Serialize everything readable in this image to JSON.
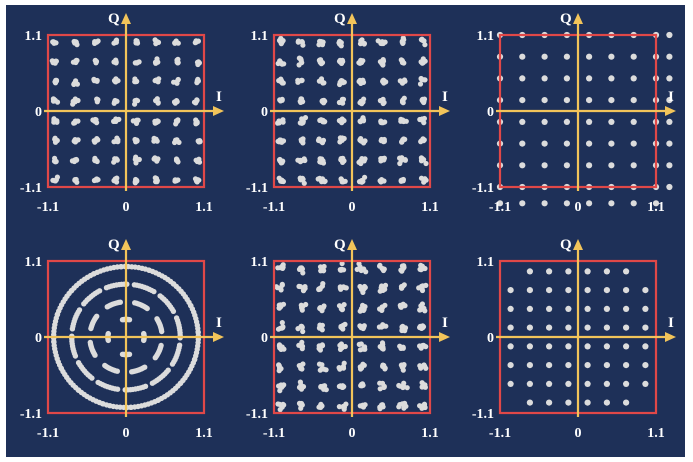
{
  "background_color": "#1e3058",
  "axis_color": "#f2c45a",
  "box_color": "#e04848",
  "point_color": "#dcdcdc",
  "chart_data": [
    {
      "type": "scatter",
      "pattern": "clustered-grid",
      "xlabel": "I",
      "ylabel": "Q",
      "xlim": [
        -1.1,
        1.1
      ],
      "ylim": [
        -1.1,
        1.1
      ],
      "x_ticks": [
        "-1.1",
        "0",
        "1.1"
      ],
      "y_ticks": [
        "-1.1",
        "0",
        "1.1"
      ],
      "grid_levels": 8,
      "grid_extent": 1.0,
      "points_per_cluster": 5,
      "cluster_spread": 0.035
    },
    {
      "type": "scatter",
      "pattern": "clustered-grid",
      "xlabel": "I",
      "ylabel": "Q",
      "xlim": [
        -1.1,
        1.1
      ],
      "ylim": [
        -1.1,
        1.1
      ],
      "x_ticks": [
        "-1.1",
        "0",
        "1.1"
      ],
      "y_ticks": [
        "-1.1",
        "0",
        "1.1"
      ],
      "grid_levels": 8,
      "grid_extent": 1.0,
      "points_per_cluster": 6,
      "cluster_spread": 0.04
    },
    {
      "type": "scatter",
      "pattern": "ideal-grid",
      "xlabel": "I",
      "ylabel": "Q",
      "xlim": [
        -1.1,
        1.1
      ],
      "ylim": [
        -1.1,
        1.1
      ],
      "x_ticks": [
        "-1.1",
        "0",
        "1.1"
      ],
      "y_ticks": [
        "-1.1",
        "0",
        "1.1"
      ],
      "grid_levels": 8,
      "grid_extent": 1.1,
      "corner_trim": 0,
      "outside_step": 1
    },
    {
      "type": "scatter",
      "pattern": "rotating-arcs",
      "xlabel": "I",
      "ylabel": "Q",
      "xlim": [
        -1.1,
        1.1
      ],
      "ylim": [
        -1.1,
        1.1
      ],
      "x_ticks": [
        "-1.1",
        "0",
        "1.1"
      ],
      "y_ticks": [
        "-1.1",
        "0",
        "1.1"
      ],
      "ring_radii": [
        0.25,
        0.5,
        0.75,
        1.0
      ],
      "arc_span_deg": 22,
      "points_per_arc": 9
    },
    {
      "type": "scatter",
      "pattern": "clustered-grid",
      "xlabel": "I",
      "ylabel": "Q",
      "xlim": [
        -1.1,
        1.1
      ],
      "ylim": [
        -1.1,
        1.1
      ],
      "x_ticks": [
        "-1.1",
        "0",
        "1.1"
      ],
      "y_ticks": [
        "-1.1",
        "0",
        "1.1"
      ],
      "grid_levels": 8,
      "grid_extent": 1.0,
      "points_per_cluster": 6,
      "cluster_spread": 0.05
    },
    {
      "type": "scatter",
      "pattern": "ideal-grid",
      "xlabel": "I",
      "ylabel": "Q",
      "xlim": [
        -1.1,
        1.1
      ],
      "ylim": [
        -1.1,
        1.1
      ],
      "x_ticks": [
        "-1.1",
        "0",
        "1.1"
      ],
      "y_ticks": [
        "-1.1",
        "0",
        "1.1"
      ],
      "grid_levels": 8,
      "grid_extent": 0.95,
      "corner_trim": 1,
      "outside_step": 0
    }
  ]
}
